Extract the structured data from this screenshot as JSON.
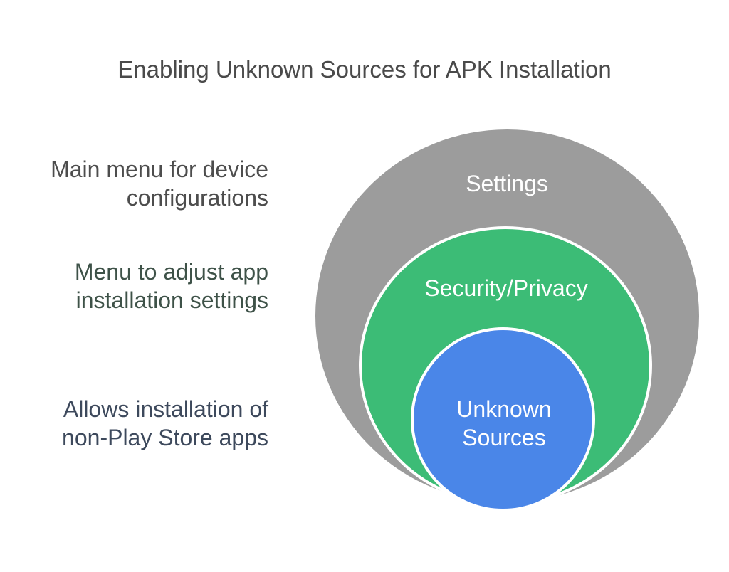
{
  "title": {
    "text": "Enabling Unknown Sources for APK Installation",
    "color": "#4a4a4a"
  },
  "diagram": {
    "type": "nested-circles",
    "stroke_color": "#ffffff",
    "rings": [
      {
        "id": "settings",
        "label": "Settings",
        "fill": "#9c9c9c",
        "label_color": "#ffffff",
        "description_lines": [
          "Main menu for device",
          "configurations"
        ],
        "description_color": "#4d4d4d"
      },
      {
        "id": "security-privacy",
        "label": "Security/Privacy",
        "fill": "#3cbc76",
        "label_color": "#ffffff",
        "description_lines": [
          "Menu to adjust app",
          "installation settings"
        ],
        "description_color": "#3e5248"
      },
      {
        "id": "unknown-sources",
        "label": "Unknown Sources",
        "fill": "#4a86e8",
        "label_color": "#ffffff",
        "description_lines": [
          "Allows installation of",
          "non-Play Store apps"
        ],
        "description_color": "#3d495c"
      }
    ]
  }
}
